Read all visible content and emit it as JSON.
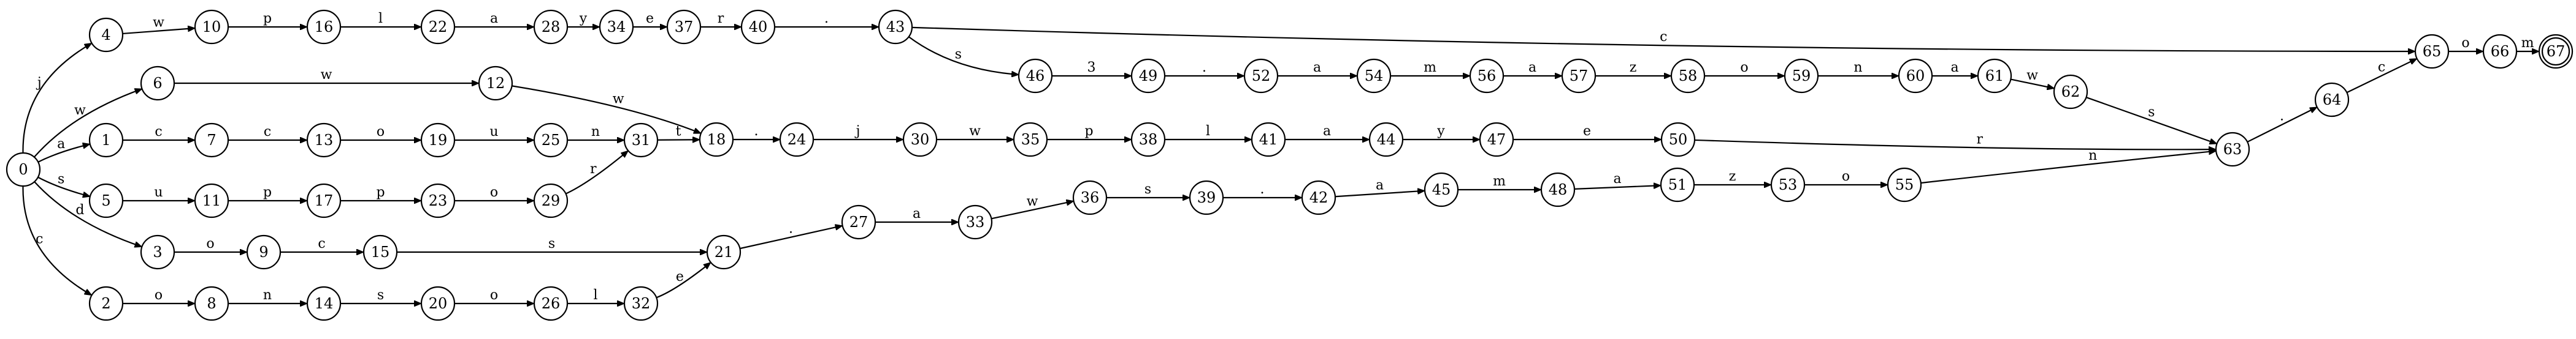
{
  "diagram": {
    "type": "finite-state-automaton",
    "start_state": "0",
    "accept_states": [
      "67"
    ],
    "states": [
      "0",
      "1",
      "2",
      "3",
      "4",
      "5",
      "6",
      "7",
      "8",
      "9",
      "10",
      "11",
      "12",
      "13",
      "14",
      "15",
      "16",
      "17",
      "18",
      "19",
      "20",
      "21",
      "22",
      "23",
      "24",
      "25",
      "26",
      "27",
      "28",
      "29",
      "30",
      "31",
      "32",
      "33",
      "34",
      "35",
      "36",
      "37",
      "38",
      "39",
      "40",
      "41",
      "42",
      "43",
      "44",
      "45",
      "46",
      "47",
      "48",
      "49",
      "50",
      "51",
      "52",
      "53",
      "54",
      "55",
      "56",
      "57",
      "58",
      "59",
      "60",
      "61",
      "62",
      "63",
      "64",
      "65",
      "66",
      "67"
    ],
    "transitions": [
      {
        "from": "0",
        "to": "4",
        "label": "j"
      },
      {
        "from": "0",
        "to": "6",
        "label": "w"
      },
      {
        "from": "0",
        "to": "1",
        "label": "a"
      },
      {
        "from": "0",
        "to": "5",
        "label": "s"
      },
      {
        "from": "0",
        "to": "3",
        "label": "d"
      },
      {
        "from": "0",
        "to": "2",
        "label": "c"
      },
      {
        "from": "4",
        "to": "10",
        "label": "w"
      },
      {
        "from": "10",
        "to": "16",
        "label": "p"
      },
      {
        "from": "16",
        "to": "22",
        "label": "l"
      },
      {
        "from": "22",
        "to": "28",
        "label": "a"
      },
      {
        "from": "28",
        "to": "34",
        "label": "y"
      },
      {
        "from": "34",
        "to": "37",
        "label": "e"
      },
      {
        "from": "37",
        "to": "40",
        "label": "r"
      },
      {
        "from": "40",
        "to": "43",
        "label": "."
      },
      {
        "from": "43",
        "to": "65",
        "label": "c"
      },
      {
        "from": "43",
        "to": "46",
        "label": "s"
      },
      {
        "from": "46",
        "to": "49",
        "label": "3"
      },
      {
        "from": "49",
        "to": "52",
        "label": "."
      },
      {
        "from": "52",
        "to": "54",
        "label": "a"
      },
      {
        "from": "54",
        "to": "56",
        "label": "m"
      },
      {
        "from": "56",
        "to": "57",
        "label": "a"
      },
      {
        "from": "57",
        "to": "58",
        "label": "z"
      },
      {
        "from": "58",
        "to": "59",
        "label": "o"
      },
      {
        "from": "59",
        "to": "60",
        "label": "n"
      },
      {
        "from": "60",
        "to": "61",
        "label": "a"
      },
      {
        "from": "61",
        "to": "62",
        "label": "w"
      },
      {
        "from": "62",
        "to": "63",
        "label": "s"
      },
      {
        "from": "6",
        "to": "12",
        "label": "w"
      },
      {
        "from": "12",
        "to": "18",
        "label": "w"
      },
      {
        "from": "1",
        "to": "7",
        "label": "c"
      },
      {
        "from": "7",
        "to": "13",
        "label": "c"
      },
      {
        "from": "13",
        "to": "19",
        "label": "o"
      },
      {
        "from": "19",
        "to": "25",
        "label": "u"
      },
      {
        "from": "25",
        "to": "31",
        "label": "n"
      },
      {
        "from": "31",
        "to": "18",
        "label": "t"
      },
      {
        "from": "18",
        "to": "24",
        "label": "."
      },
      {
        "from": "24",
        "to": "30",
        "label": "j"
      },
      {
        "from": "30",
        "to": "35",
        "label": "w"
      },
      {
        "from": "35",
        "to": "38",
        "label": "p"
      },
      {
        "from": "38",
        "to": "41",
        "label": "l"
      },
      {
        "from": "41",
        "to": "44",
        "label": "a"
      },
      {
        "from": "44",
        "to": "47",
        "label": "y"
      },
      {
        "from": "47",
        "to": "50",
        "label": "e"
      },
      {
        "from": "50",
        "to": "63",
        "label": "r"
      },
      {
        "from": "5",
        "to": "11",
        "label": "u"
      },
      {
        "from": "11",
        "to": "17",
        "label": "p"
      },
      {
        "from": "17",
        "to": "23",
        "label": "p"
      },
      {
        "from": "23",
        "to": "29",
        "label": "o"
      },
      {
        "from": "29",
        "to": "31",
        "label": "r"
      },
      {
        "from": "3",
        "to": "9",
        "label": "o"
      },
      {
        "from": "9",
        "to": "15",
        "label": "c"
      },
      {
        "from": "15",
        "to": "21",
        "label": "s"
      },
      {
        "from": "2",
        "to": "8",
        "label": "o"
      },
      {
        "from": "8",
        "to": "14",
        "label": "n"
      },
      {
        "from": "14",
        "to": "20",
        "label": "s"
      },
      {
        "from": "20",
        "to": "26",
        "label": "o"
      },
      {
        "from": "26",
        "to": "32",
        "label": "l"
      },
      {
        "from": "32",
        "to": "21",
        "label": "e"
      },
      {
        "from": "21",
        "to": "27",
        "label": "."
      },
      {
        "from": "27",
        "to": "33",
        "label": "a"
      },
      {
        "from": "33",
        "to": "36",
        "label": "w"
      },
      {
        "from": "36",
        "to": "39",
        "label": "s"
      },
      {
        "from": "39",
        "to": "42",
        "label": "."
      },
      {
        "from": "42",
        "to": "45",
        "label": "a"
      },
      {
        "from": "45",
        "to": "48",
        "label": "m"
      },
      {
        "from": "48",
        "to": "51",
        "label": "a"
      },
      {
        "from": "51",
        "to": "53",
        "label": "z"
      },
      {
        "from": "53",
        "to": "55",
        "label": "o"
      },
      {
        "from": "55",
        "to": "63",
        "label": "n"
      },
      {
        "from": "63",
        "to": "64",
        "label": "."
      },
      {
        "from": "64",
        "to": "65",
        "label": "c"
      },
      {
        "from": "65",
        "to": "66",
        "label": "o"
      },
      {
        "from": "66",
        "to": "67",
        "label": "m"
      }
    ]
  }
}
